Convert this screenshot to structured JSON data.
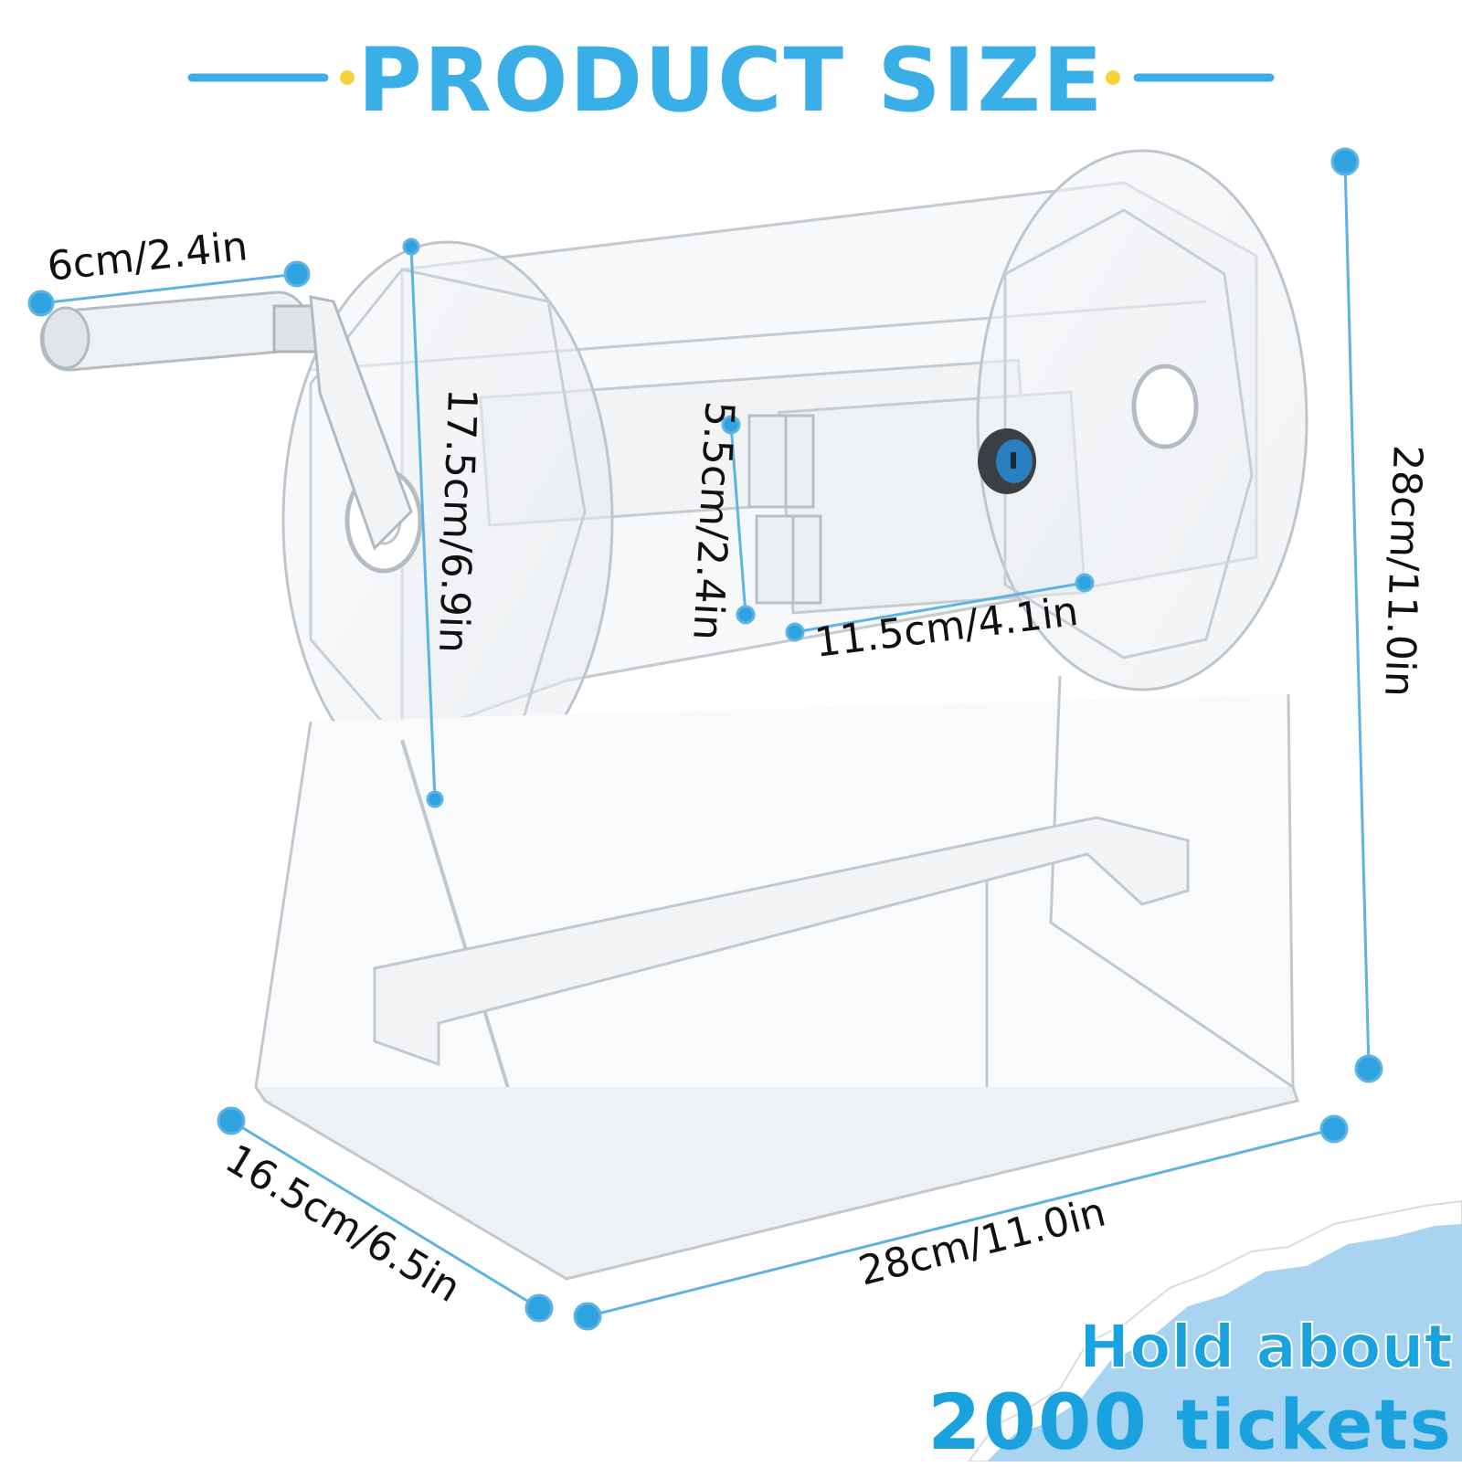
{
  "title": "PRODUCT SIZE",
  "colors": {
    "accent": "#3aaee6",
    "badge_wave": "#a8d4f2",
    "dim_line": "#5fb3e3"
  },
  "dimensions": {
    "handle_length": "6cm/2.4in",
    "disc_diameter": "17.5cm/6.9in",
    "door_height": "5.5cm/2.4in",
    "door_width": "11.5cm/4.1in",
    "total_height": "28cm/11.0in",
    "depth": "16.5cm/6.5in",
    "width": "28cm/11.0in"
  },
  "badge": {
    "line1": "Hold about",
    "count": "2000",
    "unit": "tickets"
  }
}
